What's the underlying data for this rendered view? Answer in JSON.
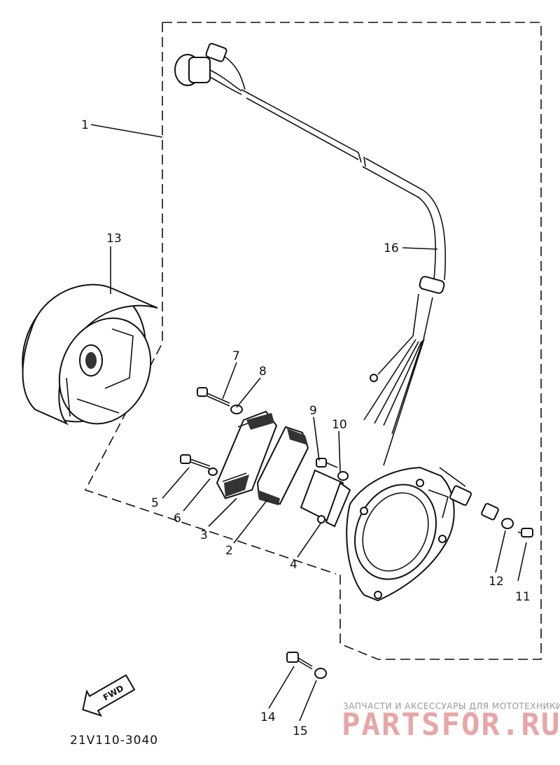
{
  "diagram": {
    "part_code": "21V110-3040",
    "fwd_label": "FWD",
    "callouts": {
      "c1": "1",
      "c2": "2",
      "c3": "3",
      "c4": "4",
      "c5": "5",
      "c6": "6",
      "c7": "7",
      "c8": "8",
      "c9": "9",
      "c10": "10",
      "c11": "11",
      "c12": "12",
      "c13": "13",
      "c14": "14",
      "c15": "15",
      "c16": "16"
    }
  },
  "watermark": {
    "tagline": "ЗАПЧАСТИ И АКСЕССУАРЫ ДЛЯ МОТОТЕХНИКИ",
    "brand": "PARTSFOR.RU"
  }
}
